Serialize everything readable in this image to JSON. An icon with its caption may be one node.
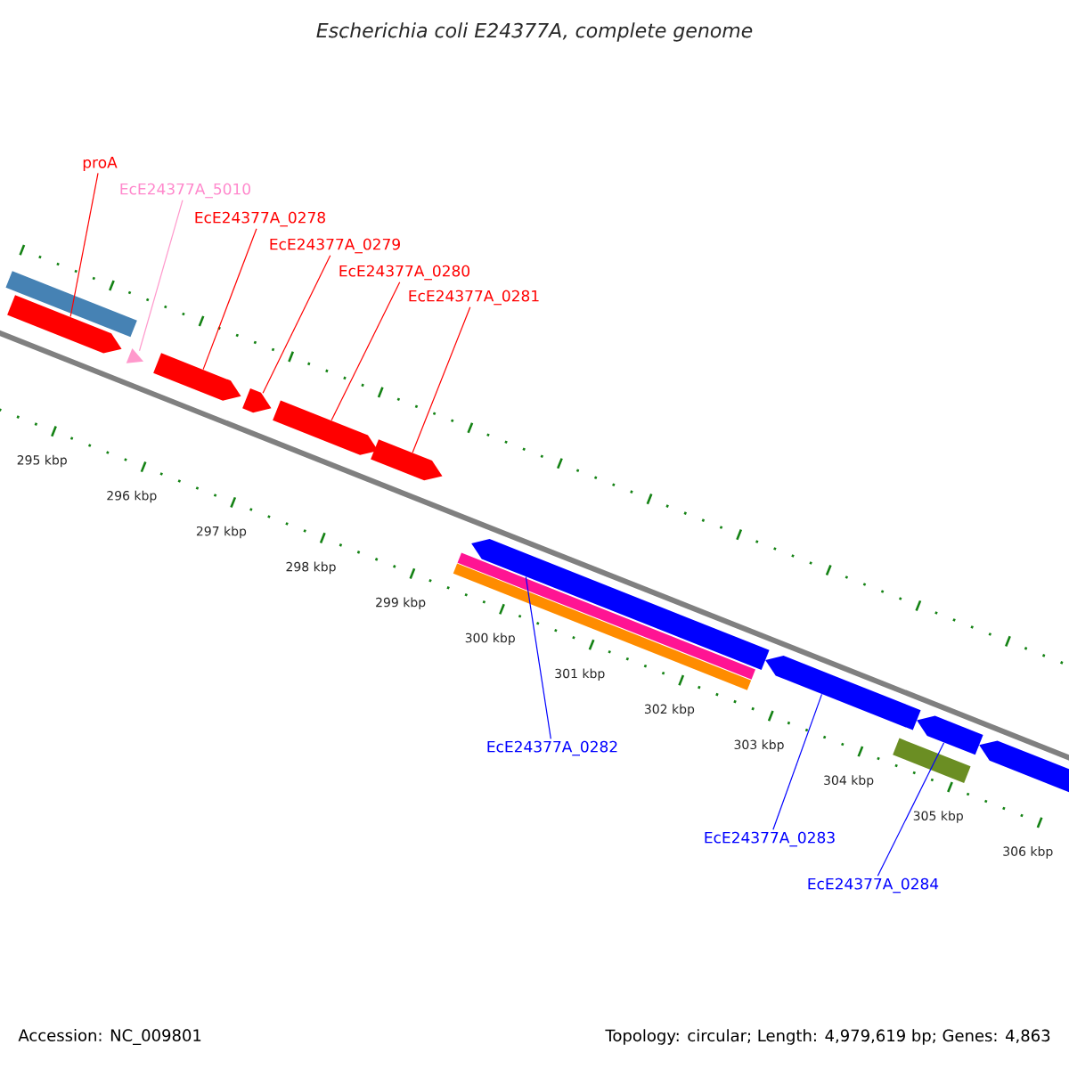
{
  "diagram": {
    "title": "Escherichia coli E24377A, complete genome",
    "nodes": [
      {
        "text": [
          "proA"
        ]
      },
      {
        "text": [
          "EcE24377A_5010"
        ]
      },
      {
        "text": [
          "EcE24377A_0278"
        ]
      },
      {
        "text": [
          "EcE24377A_0279"
        ]
      },
      {
        "text": [
          "EcE24377A_0280"
        ]
      },
      {
        "text": [
          "EcE24377A_0281"
        ]
      },
      {
        "text": [
          "EcE24377A_0282"
        ]
      },
      {
        "text": [
          "EcE24377A_0283"
        ]
      },
      {
        "text": [
          "EcE24377A_0284"
        ]
      },
      {
        "text": [],
        "shape": "bar"
      },
      {
        "text": [],
        "shape": "box"
      },
      {
        "text": [],
        "shape": "box"
      },
      {
        "text": [],
        "shape": "box"
      },
      {
        "text": [],
        "shape": "box"
      },
      {
        "text": [],
        "shape": "box"
      },
      {
        "text": [],
        "shape": "box"
      },
      {
        "text": [],
        "shape": "box"
      },
      {
        "text": [],
        "shape": "bar"
      },
      {
        "text": [],
        "shape": "bar"
      },
      {
        "text": [],
        "shape": "box"
      },
      {
        "text": [],
        "shape": "box"
      },
      {
        "text": [],
        "shape": "bar"
      },
      {
        "text": [],
        "shape": "box"
      }
    ],
    "edges": [
      {
        "from": 0,
        "to": 10,
        "arrow": "none",
        "color": "#ff0000"
      },
      {
        "from": 1,
        "to": 11,
        "arrow": "none",
        "color": "#ff99cc"
      },
      {
        "from": 2,
        "to": 12,
        "arrow": "none",
        "color": "#ff0000"
      },
      {
        "from": 3,
        "to": 13,
        "arrow": "none",
        "color": "#ff0000"
      },
      {
        "from": 4,
        "to": 14,
        "arrow": "none",
        "color": "#ff0000"
      },
      {
        "from": 5,
        "to": 15,
        "arrow": "none",
        "color": "#ff0000"
      },
      {
        "from": 6,
        "to": 16,
        "arrow": "none",
        "color": "#0000ff"
      },
      {
        "from": 7,
        "to": 19,
        "arrow": "none",
        "color": "#0000ff"
      },
      {
        "from": 8,
        "to": 20,
        "arrow": "none",
        "color": "#0000ff"
      }
    ],
    "labels": [
      "295 kbp",
      "296 kbp",
      "297 kbp",
      "298 kbp",
      "299 kbp",
      "300 kbp",
      "301 kbp",
      "302 kbp",
      "303 kbp",
      "304 kbp",
      "305 kbp",
      "306 kbp",
      "Accession: NC_009801",
      "Topology: circular; Length: 4,979,619 bp; Genes: 4,863"
    ]
  }
}
